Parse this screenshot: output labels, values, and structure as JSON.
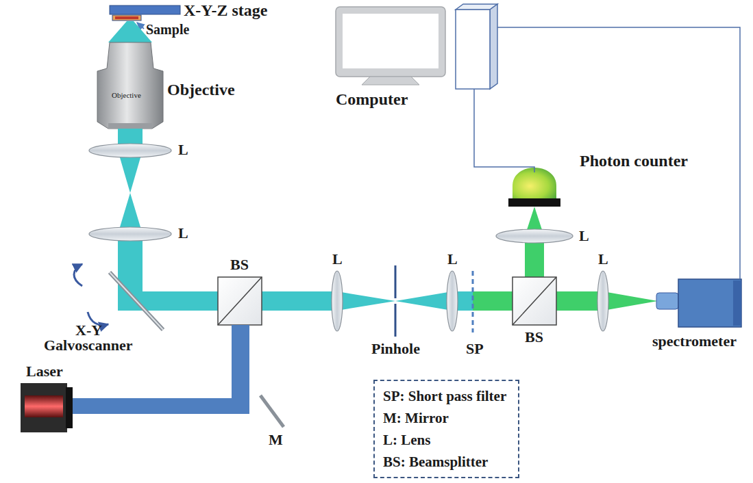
{
  "diagram": {
    "nodes": [
      {
        "text": [
          "SP: Short pass filter",
          "M: Mirror",
          "L: Lens",
          "BS: Beamsplitter"
        ]
      }
    ],
    "labels": [
      "X-Y-Z stage",
      "Sample",
      "Objective",
      "Objective",
      "Computer",
      "L",
      "L",
      "L",
      "L",
      "L",
      "L",
      "Photon counter",
      "BS",
      "BS",
      "X-Y",
      "Galvoscanner",
      "Pinhole",
      "SP",
      "spectrometer",
      "Laser",
      "M"
    ]
  }
}
